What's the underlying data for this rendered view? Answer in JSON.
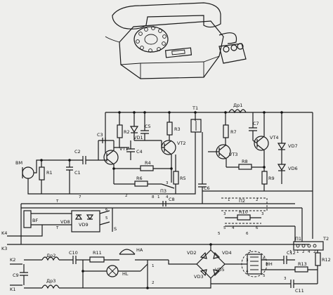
{
  "components": [
    {
      "id": "bm",
      "text": "BM"
    },
    {
      "id": "r1",
      "text": "R1"
    },
    {
      "id": "c1",
      "text": "C1"
    },
    {
      "id": "c2",
      "text": "C2"
    },
    {
      "id": "c3",
      "text": "C3"
    },
    {
      "id": "r2",
      "text": "R2"
    },
    {
      "id": "vd1",
      "text": "VD1"
    },
    {
      "id": "c5",
      "text": "C5"
    },
    {
      "id": "vt1",
      "text": "VT1"
    },
    {
      "id": "c4",
      "text": "C4"
    },
    {
      "id": "r3",
      "text": "R3"
    },
    {
      "id": "vt2",
      "text": "VT2"
    },
    {
      "id": "r4",
      "text": "R4"
    },
    {
      "id": "r5",
      "text": "R5"
    },
    {
      "id": "r6",
      "text": "R6"
    },
    {
      "id": "p3",
      "text": "П3"
    },
    {
      "id": "t1",
      "text": "T1"
    },
    {
      "id": "c6",
      "text": "C6"
    },
    {
      "id": "r7",
      "text": "R7"
    },
    {
      "id": "dr1",
      "text": "Др1"
    },
    {
      "id": "c7",
      "text": "C7"
    },
    {
      "id": "vt4",
      "text": "VT4"
    },
    {
      "id": "vt3",
      "text": "VT3"
    },
    {
      "id": "vd7",
      "text": "VD7"
    },
    {
      "id": "r8",
      "text": "R8"
    },
    {
      "id": "vd6",
      "text": "VD6"
    },
    {
      "id": "r9",
      "text": "R9"
    },
    {
      "id": "bf",
      "text": "BF"
    },
    {
      "id": "c8",
      "text": "C8"
    },
    {
      "id": "p2",
      "text": "П2"
    },
    {
      "id": "r10",
      "text": "R10"
    },
    {
      "id": "vd8",
      "text": "VD8"
    },
    {
      "id": "vd9",
      "text": "VD9"
    },
    {
      "id": "k4",
      "text": "K4"
    },
    {
      "id": "k3",
      "text": "K3"
    },
    {
      "id": "k2",
      "text": "K2"
    },
    {
      "id": "c9",
      "text": "C9"
    },
    {
      "id": "k1",
      "text": "K1"
    },
    {
      "id": "dr2",
      "text": "Др2"
    },
    {
      "id": "dr3",
      "text": "Др3"
    },
    {
      "id": "c10",
      "text": "C10"
    },
    {
      "id": "r11",
      "text": "R11"
    },
    {
      "id": "ha",
      "text": "HA"
    },
    {
      "id": "hl",
      "text": "HL"
    },
    {
      "id": "vd2",
      "text": "VD2"
    },
    {
      "id": "vd4",
      "text": "VD4"
    },
    {
      "id": "vd5",
      "text": "VD5"
    },
    {
      "id": "vd3",
      "text": "VD3"
    },
    {
      "id": "hh",
      "text": "HH"
    },
    {
      "id": "c12",
      "text": "C12"
    },
    {
      "id": "r13",
      "text": "R13"
    },
    {
      "id": "r12",
      "text": "R12"
    },
    {
      "id": "p1",
      "text": "П1"
    },
    {
      "id": "t2",
      "text": "T2"
    },
    {
      "id": "c11",
      "text": "C11"
    }
  ],
  "pins": [
    {
      "id": "p-1a",
      "text": "1"
    },
    {
      "id": "p-2a",
      "text": "2"
    },
    {
      "id": "p-3a",
      "text": "3"
    },
    {
      "id": "p-4a",
      "text": "4"
    },
    {
      "id": "p-5a",
      "text": "5"
    },
    {
      "id": "p-6a",
      "text": "6"
    },
    {
      "id": "p-7a",
      "text": "7"
    },
    {
      "id": "p-8a",
      "text": "8"
    },
    {
      "id": "p-3b",
      "text": "3"
    },
    {
      "id": "p-5b",
      "text": "5"
    },
    {
      "id": "p-6b",
      "text": "6"
    },
    {
      "id": "p-1c",
      "text": "1"
    },
    {
      "id": "p-2c",
      "text": "2"
    },
    {
      "id": "p-3c",
      "text": "3"
    },
    {
      "id": "p-4c",
      "text": "4"
    },
    {
      "id": "p-5c",
      "text": "5"
    },
    {
      "id": "p-6c",
      "text": "6"
    },
    {
      "id": "p-1d",
      "text": "1"
    },
    {
      "id": "p-2d",
      "text": "2"
    },
    {
      "id": "p-7d",
      "text": "7"
    },
    {
      "id": "p-ta",
      "text": "T"
    },
    {
      "id": "p-tb",
      "text": "T"
    },
    {
      "id": "p-2e",
      "text": "2"
    },
    {
      "id": "p-1e",
      "text": "1"
    },
    {
      "id": "p-3e",
      "text": "3"
    },
    {
      "id": "p-6e",
      "text": "6"
    },
    {
      "id": "p-4e",
      "text": "4"
    },
    {
      "id": "p-5e",
      "text": "5"
    },
    {
      "id": "p-1f",
      "text": "1"
    },
    {
      "id": "p-2f",
      "text": "2"
    },
    {
      "id": "p-4f",
      "text": "4"
    },
    {
      "id": "p-3f",
      "text": "3"
    },
    {
      "id": "p-sa",
      "text": "S"
    }
  ]
}
